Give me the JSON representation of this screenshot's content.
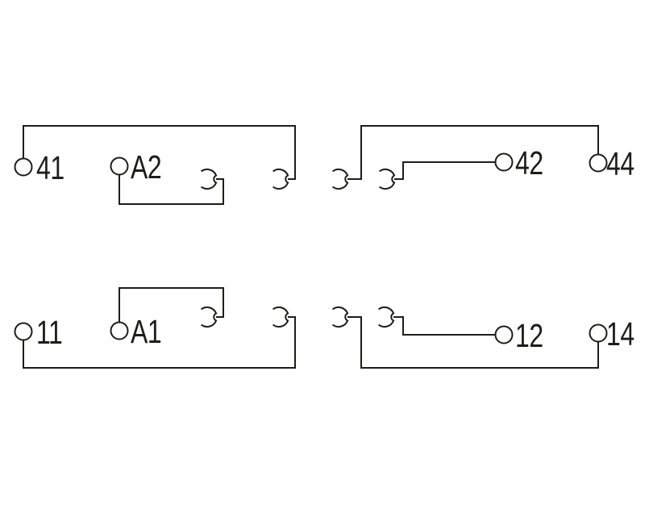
{
  "page": {
    "background_color": "#ffffff"
  },
  "diagram": {
    "type": "relay-contact-wiring-diagram",
    "line_color": "#1d1d1b",
    "terminals": {
      "t41": "41",
      "tA2": "A2",
      "t42": "42",
      "t44": "44",
      "t11": "11",
      "tA1": "A1",
      "t12": "12",
      "t14": "14"
    },
    "connections": [
      "41 -> socket contact (upper left group)",
      "A2 -> socket contact (upper left group)",
      "socket contact -> 44 (upper right group)",
      "socket contact -> 42 (upper right group)",
      "11 -> socket contact (lower left group)",
      "A1 -> socket contact (lower left group)",
      "socket contact -> 14 (lower right group)",
      "socket contact -> 12 (lower right group)"
    ]
  }
}
